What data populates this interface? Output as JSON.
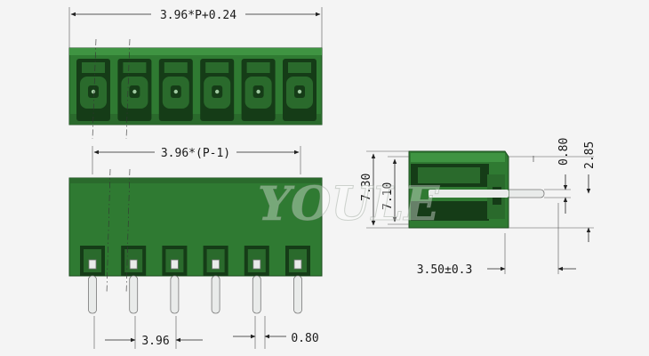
{
  "diagram": {
    "top_view": {
      "overall_width_label": "3.96*P+0.24",
      "pole_count": 6
    },
    "front_view": {
      "pin_span_label": "3.96*(P-1)",
      "pitch_label": "3.96",
      "pin_width_label": "0.80"
    },
    "side_view": {
      "height_label": "7.30",
      "inner_height_label": "7.10",
      "pin_thickness_label": "0.80",
      "pin_offset_label": "2.85",
      "pin_length_label": "3.50±0.3"
    },
    "watermark": "YOULE"
  },
  "colors": {
    "body": "#2f7a32",
    "body_dark": "#153c17",
    "pin": "#e9ebea",
    "background": "#f4f4f4"
  }
}
